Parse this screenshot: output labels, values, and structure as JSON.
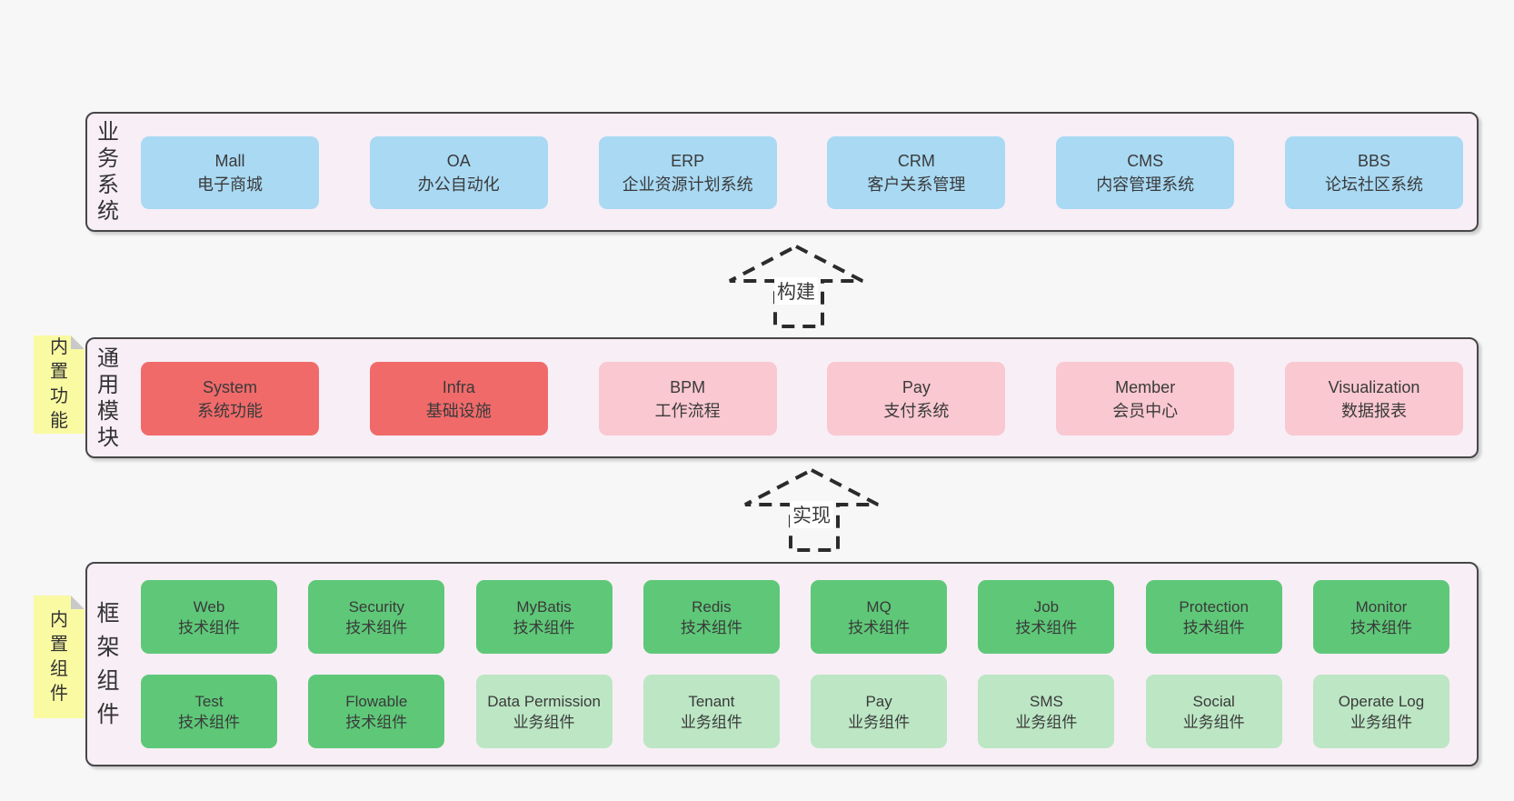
{
  "colors": {
    "page_bg": "#f7f7f7",
    "layer_bg": "#f8eef6",
    "layer_border": "#474747",
    "blue_box": "#a9d9f3",
    "red_box": "#f16a6a",
    "pink_box": "#f9c8d1",
    "green_dark_box": "#5ec878",
    "green_light_box": "#bce6c4",
    "sticky_yellow": "#fafaa2",
    "sticky_fold": "#c9c9c9",
    "text": "#3a3a3a",
    "arrow_stroke": "#2b2b2b"
  },
  "arrows": [
    {
      "label": "构建"
    },
    {
      "label": "实现"
    }
  ],
  "stickies": [
    {
      "label": "内置功能"
    },
    {
      "label": "内置组件"
    }
  ],
  "layers": [
    {
      "label": "业务系统",
      "boxes": [
        {
          "name": "Mall",
          "desc": "电子商城"
        },
        {
          "name": "OA",
          "desc": "办公自动化"
        },
        {
          "name": "ERP",
          "desc": "企业资源计划系统"
        },
        {
          "name": "CRM",
          "desc": "客户关系管理"
        },
        {
          "name": "CMS",
          "desc": "内容管理系统"
        },
        {
          "name": "BBS",
          "desc": "论坛社区系统"
        }
      ]
    },
    {
      "label": "通用模块",
      "boxes": [
        {
          "name": "System",
          "desc": "系统功能"
        },
        {
          "name": "Infra",
          "desc": "基础设施"
        },
        {
          "name": "BPM",
          "desc": "工作流程"
        },
        {
          "name": "Pay",
          "desc": "支付系统"
        },
        {
          "name": "Member",
          "desc": "会员中心"
        },
        {
          "name": "Visualization",
          "desc": "数据报表"
        }
      ]
    },
    {
      "label": "框架组件",
      "rows": [
        [
          {
            "name": "Web",
            "desc": "技术组件"
          },
          {
            "name": "Security",
            "desc": "技术组件"
          },
          {
            "name": "MyBatis",
            "desc": "技术组件"
          },
          {
            "name": "Redis",
            "desc": "技术组件"
          },
          {
            "name": "MQ",
            "desc": "技术组件"
          },
          {
            "name": "Job",
            "desc": "技术组件"
          },
          {
            "name": "Protection",
            "desc": "技术组件"
          },
          {
            "name": "Monitor",
            "desc": "技术组件"
          }
        ],
        [
          {
            "name": "Test",
            "desc": "技术组件"
          },
          {
            "name": "Flowable",
            "desc": "技术组件"
          },
          {
            "name": "Data Permission",
            "desc": "业务组件"
          },
          {
            "name": "Tenant",
            "desc": "业务组件"
          },
          {
            "name": "Pay",
            "desc": "业务组件"
          },
          {
            "name": "SMS",
            "desc": "业务组件"
          },
          {
            "name": "Social",
            "desc": "业务组件"
          },
          {
            "name": "Operate Log",
            "desc": "业务组件"
          }
        ]
      ]
    }
  ]
}
